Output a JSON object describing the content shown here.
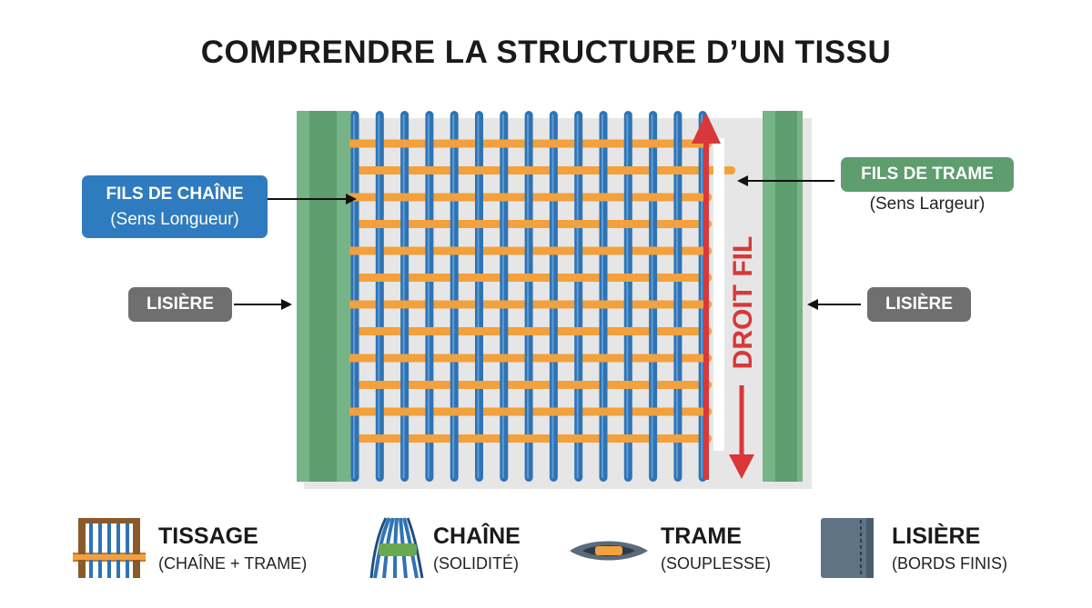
{
  "title": "COMPRENDRE LA STRUCTURE D’UN TISSU",
  "labels": {
    "chain_title": "FILS DE CHAÎNE",
    "chain_sub": "(Sens Longueur)",
    "weft_title": "FILS DE TRAME",
    "weft_sub": "(Sens Largeur)",
    "selvedge_left": "LISIÈRE",
    "selvedge_right": "LISIÈRE",
    "grain": "DROIT FIL"
  },
  "legend": [
    {
      "title": "TISSAGE",
      "sub": "(CHAÎNE + TRAME)",
      "icon": "loom-icon"
    },
    {
      "title": "CHAÎNE",
      "sub": "(SOLIDITÉ)",
      "icon": "yarn-bundle-icon"
    },
    {
      "title": "TRAME",
      "sub": "(SOUPLESSE)",
      "icon": "shuttle-icon"
    },
    {
      "title": "LISIÈRE",
      "sub": "(BORDS FINIS)",
      "icon": "fabric-edge-icon"
    }
  ],
  "colors": {
    "warp": "#2f73b3",
    "weft": "#f2a13d",
    "selvedge": "#5e9d6e",
    "grain_arrow": "#d8383a",
    "label_grey": "#6f6f6f"
  }
}
